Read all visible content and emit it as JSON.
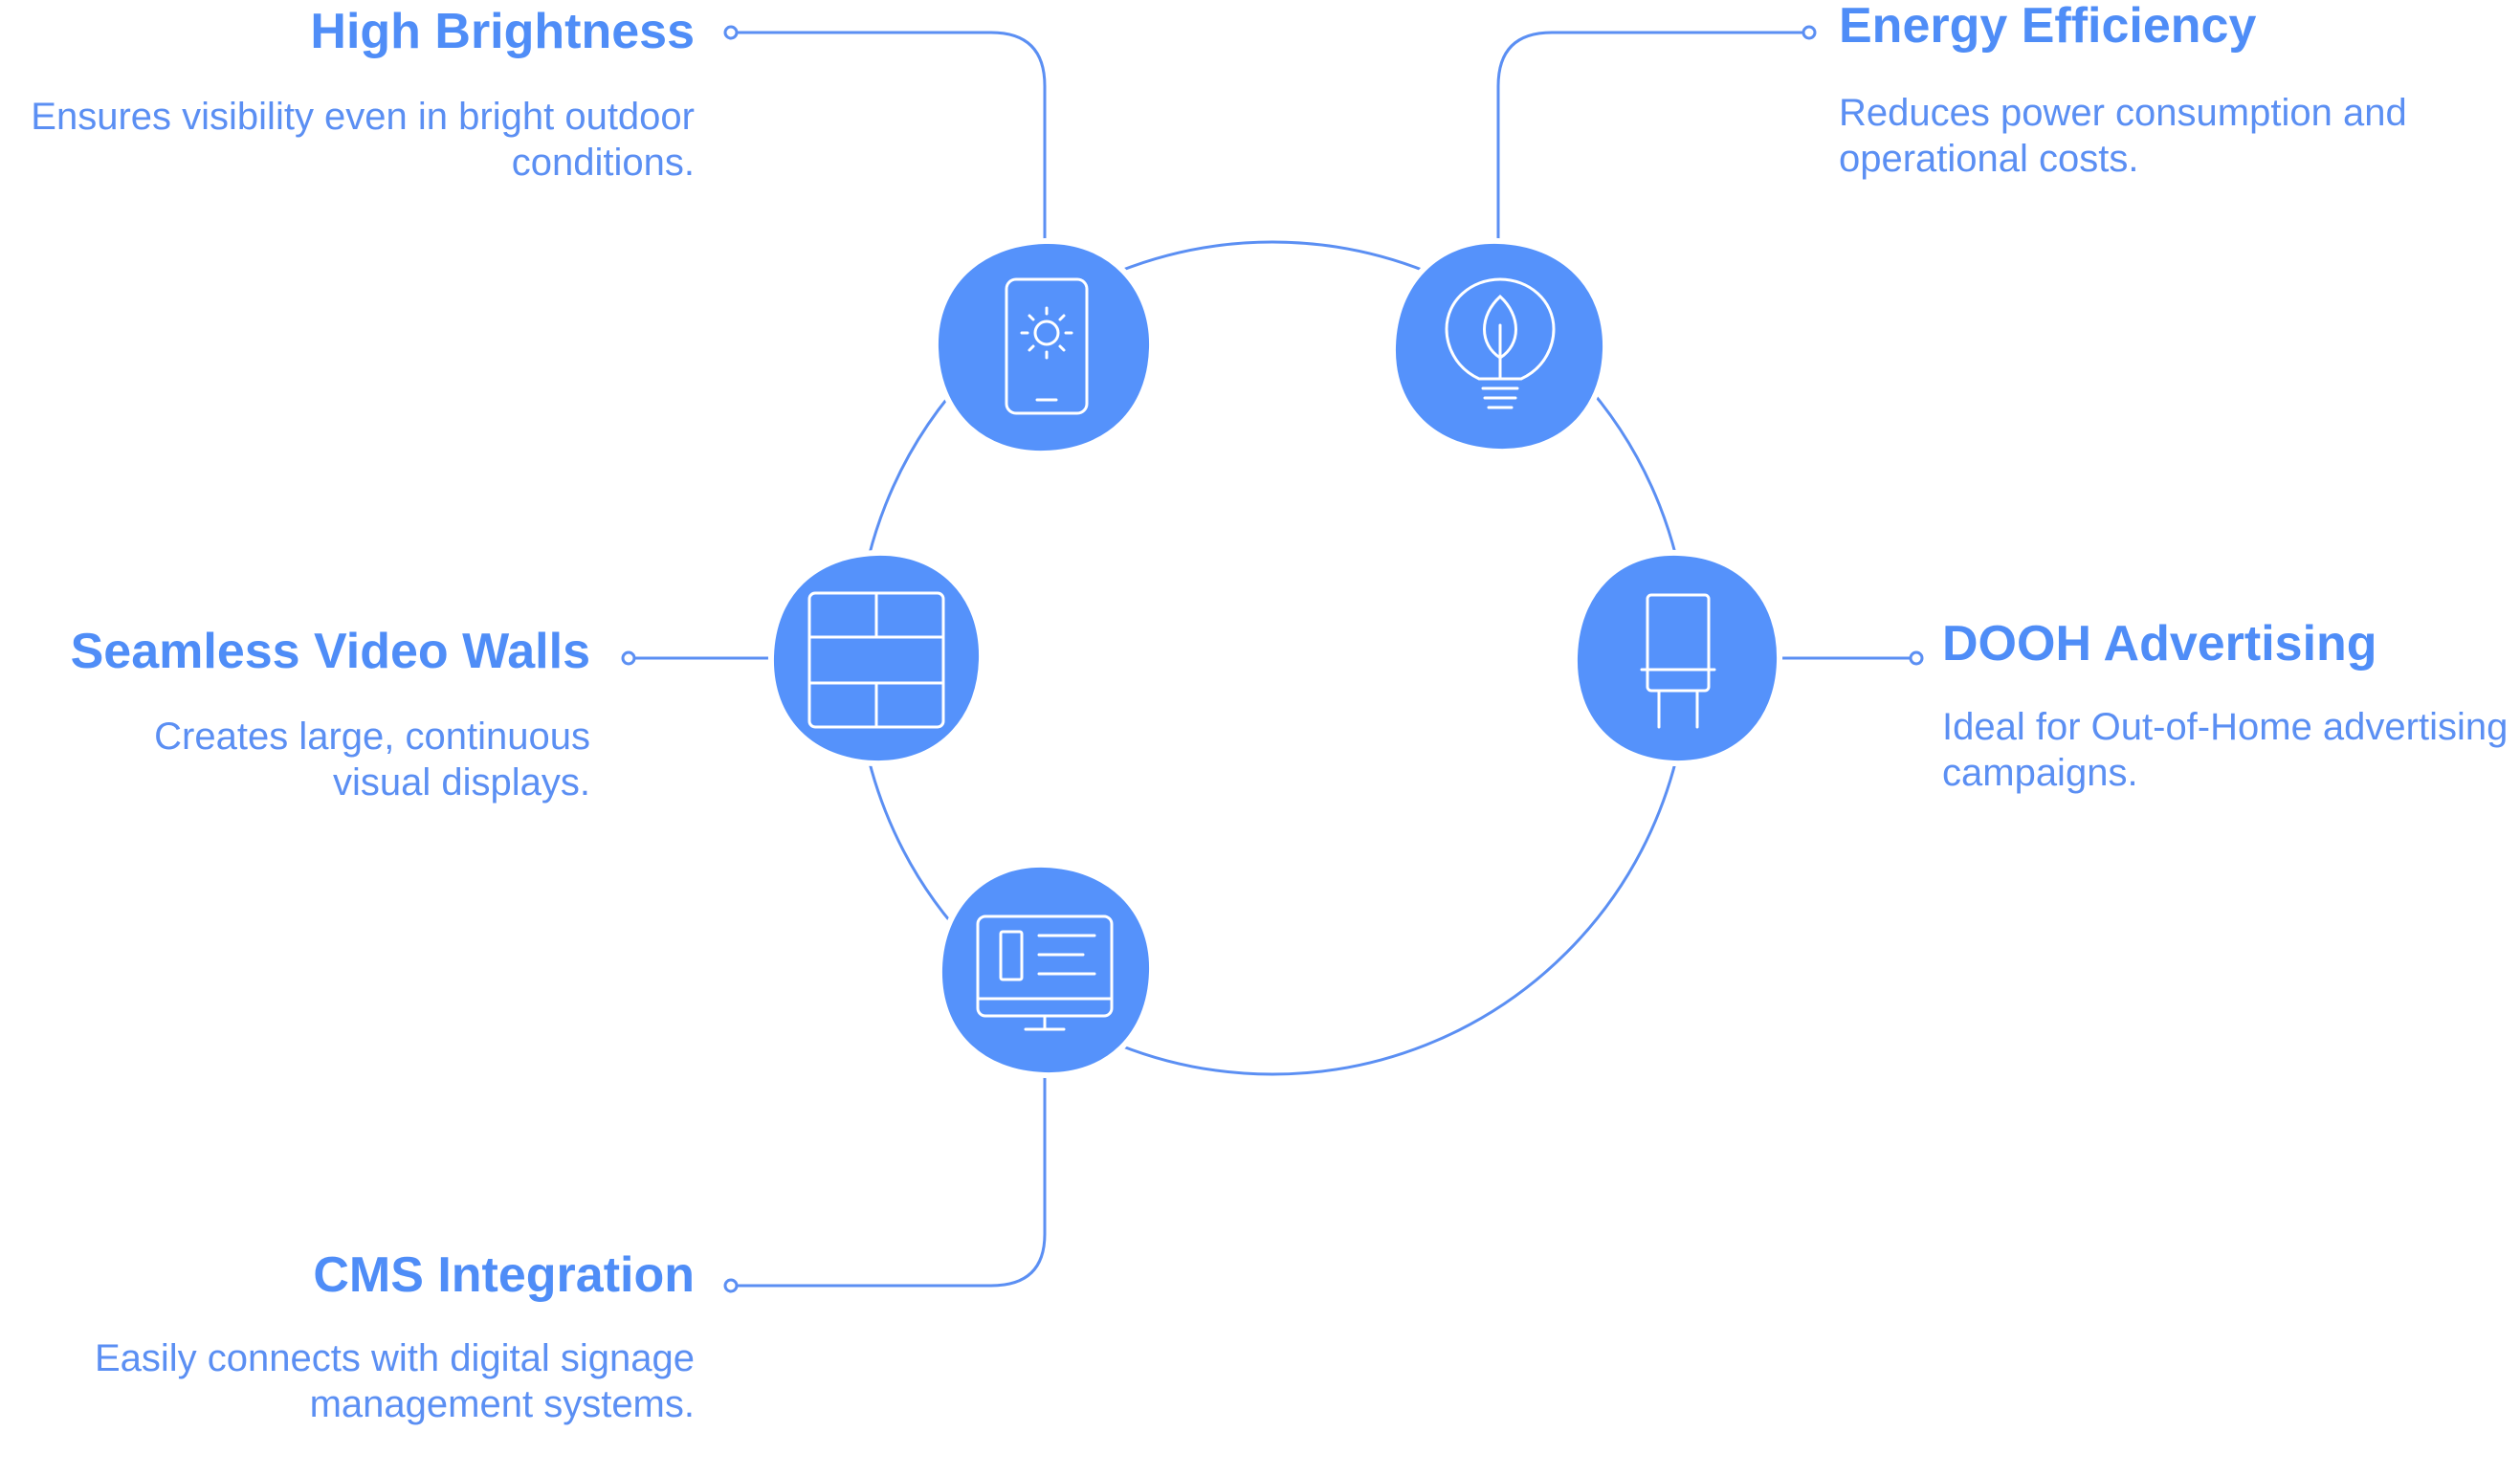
{
  "colors": {
    "accent": "#4f8df7",
    "node_fill": "#5592fb",
    "line": "#5b8ff3",
    "icon_stroke": "#ffffff",
    "background": "#ffffff"
  },
  "features": {
    "high_brightness": {
      "title": "High Brightness",
      "description": "Ensures visibility even in bright outdoor conditions.",
      "icon": "smartphone-sun-icon"
    },
    "energy_efficiency": {
      "title": "Energy Efficiency",
      "description": "Reduces power consumption and operational costs.",
      "icon": "lightbulb-leaf-icon"
    },
    "video_walls": {
      "title": "Seamless Video Walls",
      "description": "Creates large, continuous visual displays.",
      "icon": "video-wall-grid-icon"
    },
    "dooh": {
      "title": "DOOH Advertising",
      "description": "Ideal for Out-of-Home advertising campaigns.",
      "icon": "billboard-stand-icon"
    },
    "cms": {
      "title": "CMS Integration",
      "description": "Easily connects with digital signage management systems.",
      "icon": "monitor-content-icon"
    }
  }
}
